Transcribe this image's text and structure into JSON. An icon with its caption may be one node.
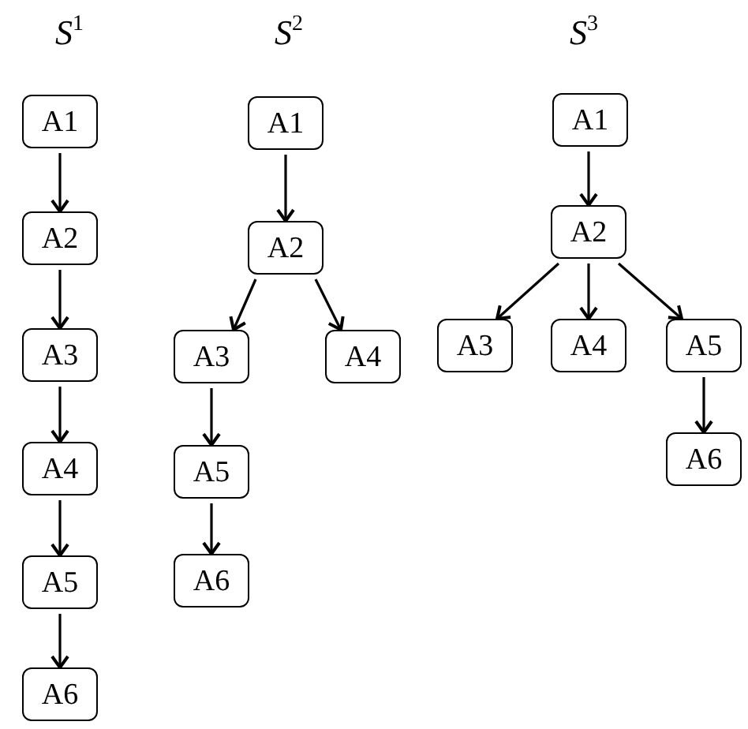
{
  "diagram": {
    "nodes": [
      {
        "text": [
          "A1"
        ]
      },
      {
        "text": [
          "A2"
        ]
      },
      {
        "text": [
          "A3"
        ]
      },
      {
        "text": [
          "A4"
        ]
      },
      {
        "text": [
          "A5"
        ]
      },
      {
        "text": [
          "A6"
        ]
      },
      {
        "text": [
          "A1"
        ]
      },
      {
        "text": [
          "A2"
        ]
      },
      {
        "text": [
          "A3"
        ]
      },
      {
        "text": [
          "A4"
        ]
      },
      {
        "text": [
          "A5"
        ]
      },
      {
        "text": [
          "A6"
        ]
      },
      {
        "text": [
          "A1"
        ]
      },
      {
        "text": [
          "A2"
        ]
      },
      {
        "text": [
          "A3"
        ]
      },
      {
        "text": [
          "A4"
        ]
      },
      {
        "text": [
          "A5"
        ]
      },
      {
        "text": [
          "A6"
        ]
      }
    ],
    "edges": [
      {
        "from": 0,
        "to": 1,
        "arrow": "to"
      },
      {
        "from": 1,
        "to": 2,
        "arrow": "to"
      },
      {
        "from": 2,
        "to": 3,
        "arrow": "to"
      },
      {
        "from": 3,
        "to": 4,
        "arrow": "to"
      },
      {
        "from": 4,
        "to": 5,
        "arrow": "to"
      },
      {
        "from": 6,
        "to": 7,
        "arrow": "to"
      },
      {
        "from": 7,
        "to": 8,
        "arrow": "to"
      },
      {
        "from": 7,
        "to": 9,
        "arrow": "to"
      },
      {
        "from": 8,
        "to": 10,
        "arrow": "to"
      },
      {
        "from": 10,
        "to": 11,
        "arrow": "to"
      },
      {
        "from": 12,
        "to": 13,
        "arrow": "to"
      },
      {
        "from": 13,
        "to": 14,
        "arrow": "to"
      },
      {
        "from": 13,
        "to": 15,
        "arrow": "to"
      },
      {
        "from": 13,
        "to": 16,
        "arrow": "to"
      },
      {
        "from": 16,
        "to": 17,
        "arrow": "to"
      }
    ],
    "labels": [
      "*S*$^{1}$",
      "*S*$^{2}$",
      "*S*$^{3}$"
    ]
  }
}
